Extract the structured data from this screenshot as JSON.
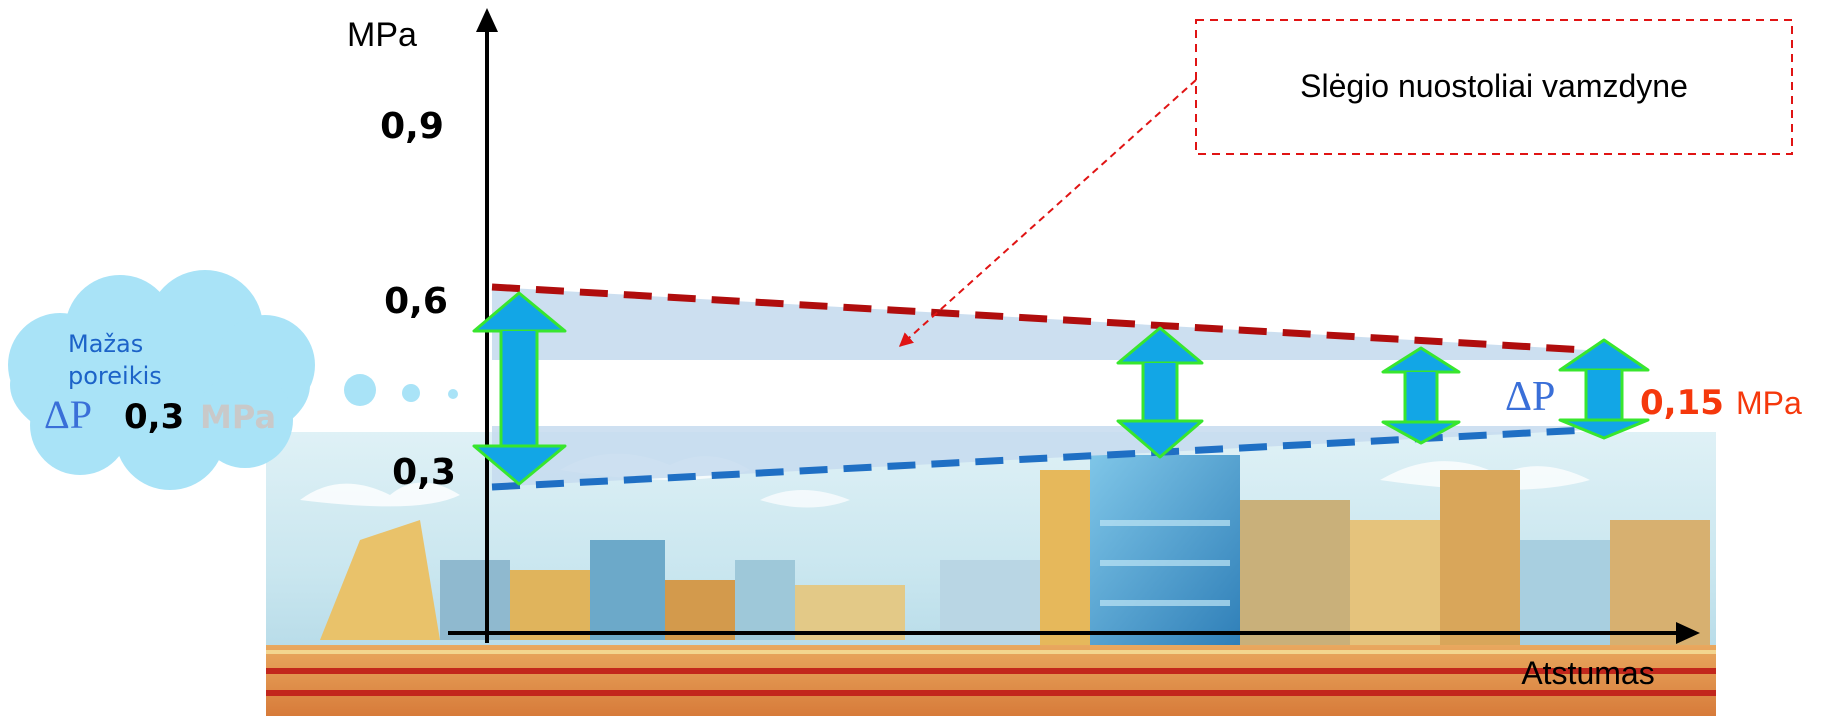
{
  "axis": {
    "y_unit": "MPa",
    "x_label": "Atstumas",
    "ticks": [
      "0,9",
      "0,6",
      "0,3"
    ]
  },
  "callout": {
    "text": "Slėgio nuostoliai vamzdyne"
  },
  "cloud": {
    "line1": "Mažas",
    "line2": "poreikis",
    "delta_symbol": "ΔP",
    "value": "0,3",
    "unit": "MPa"
  },
  "right_label": {
    "delta_symbol": "ΔP",
    "value": "0,15",
    "unit": "MPa"
  },
  "colors": {
    "supply_line": "#b00d0d",
    "return_line": "#1f6fc4",
    "arrow_fill": "#12a6e6",
    "arrow_stroke": "#38e62e",
    "loss_band": "#c6dbee",
    "cloud": "#a9e3f7",
    "callout_border": "#e01414",
    "right_value": "#f5380c",
    "delta": "#3a6fd8"
  },
  "chart_data": {
    "type": "line",
    "xlabel": "Atstumas",
    "ylabel": "MPa",
    "y_ticks": [
      0.9,
      0.6,
      0.3
    ],
    "series": [
      {
        "values": [
          0.62,
          0.52
        ]
      },
      {
        "values": [
          0.27,
          0.4
        ]
      }
    ]
  }
}
